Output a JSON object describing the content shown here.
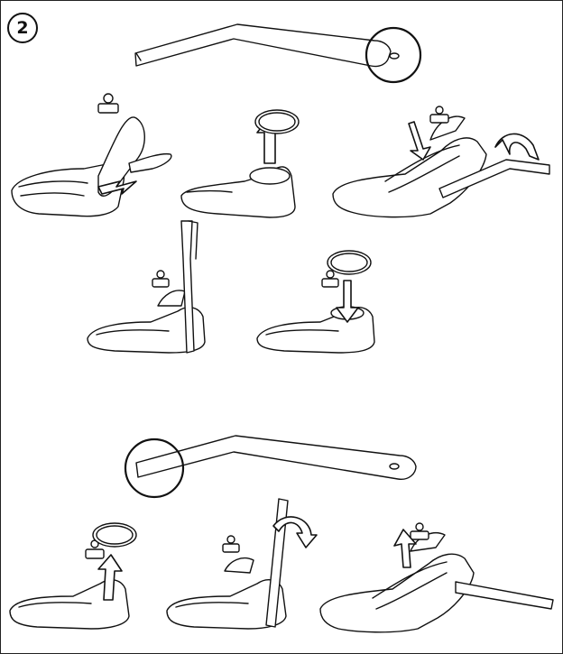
{
  "step": {
    "number": "2"
  },
  "colors": {
    "line": "#111111",
    "background": "#ffffff"
  },
  "icons": [
    "tool-lever",
    "foot-shell",
    "prosthetic-foot",
    "rubber-ring",
    "direction-arrow",
    "curved-arrow",
    "detail-circle"
  ]
}
